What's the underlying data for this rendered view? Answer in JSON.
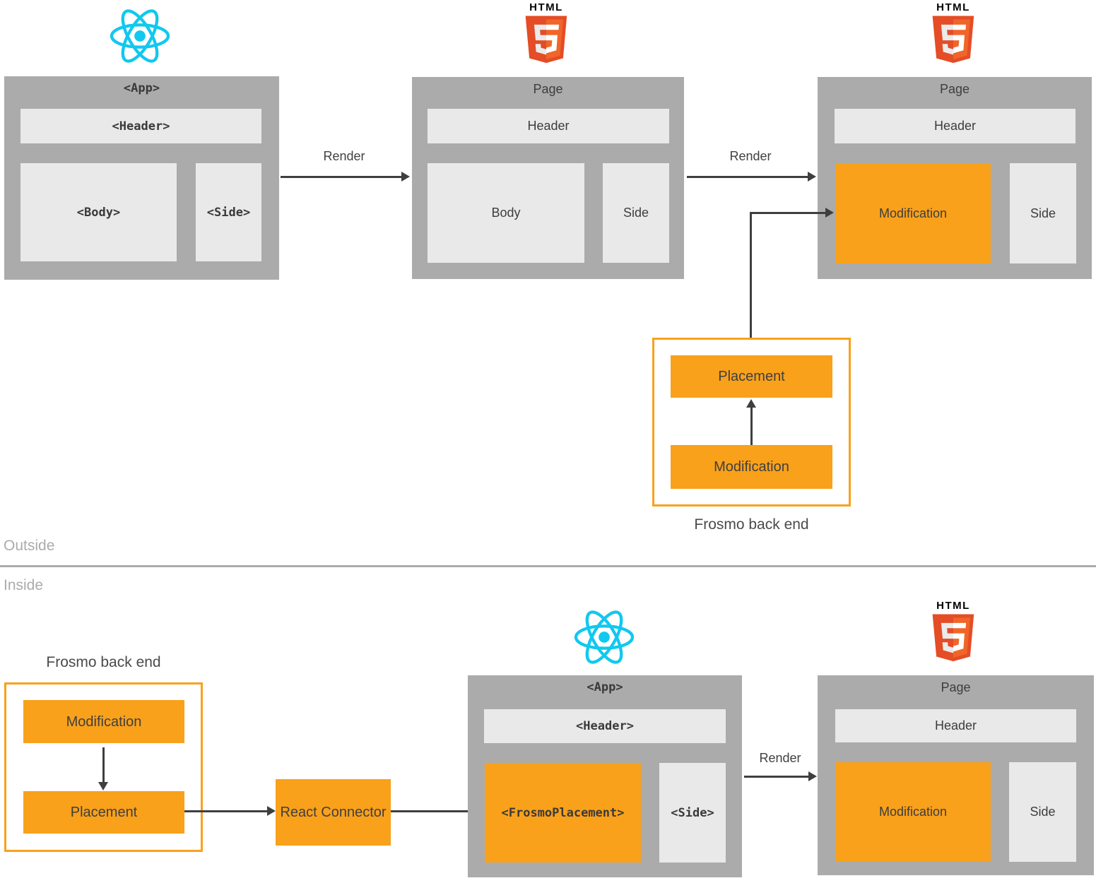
{
  "colors": {
    "container_gray": "#ABABAB",
    "tile_light": "#E9E9E9",
    "accent_orange": "#F9A11B",
    "arrow_dark": "#3F3F3F",
    "react_cyan": "#11C8EF",
    "html5_red": "#E44D26",
    "html5_red_light": "#F16529"
  },
  "logos": {
    "html5_text": "HTML"
  },
  "sections": {
    "outside": {
      "react_app": {
        "title": "<App>",
        "header": "<Header>",
        "body": "<Body>",
        "side": "<Side>"
      },
      "render_1": "Render",
      "page_plain": {
        "title": "Page",
        "header": "Header",
        "body": "Body",
        "side": "Side"
      },
      "render_2": "Render",
      "page_modified": {
        "title": "Page",
        "header": "Header",
        "modification": "Modification",
        "side": "Side"
      },
      "frosmo": {
        "label": "Frosmo back end",
        "placement": "Placement",
        "modification": "Modification"
      }
    },
    "divider": {
      "outside": "Outside",
      "inside": "Inside"
    },
    "inside": {
      "frosmo": {
        "label": "Frosmo back end",
        "modification": "Modification",
        "placement": "Placement"
      },
      "connector": "React Connector",
      "react_app": {
        "title": "<App>",
        "header": "<Header>",
        "placement": "<FrosmoPlacement>",
        "side": "<Side>"
      },
      "render": "Render",
      "page_modified": {
        "title": "Page",
        "header": "Header",
        "modification": "Modification",
        "side": "Side"
      }
    }
  }
}
